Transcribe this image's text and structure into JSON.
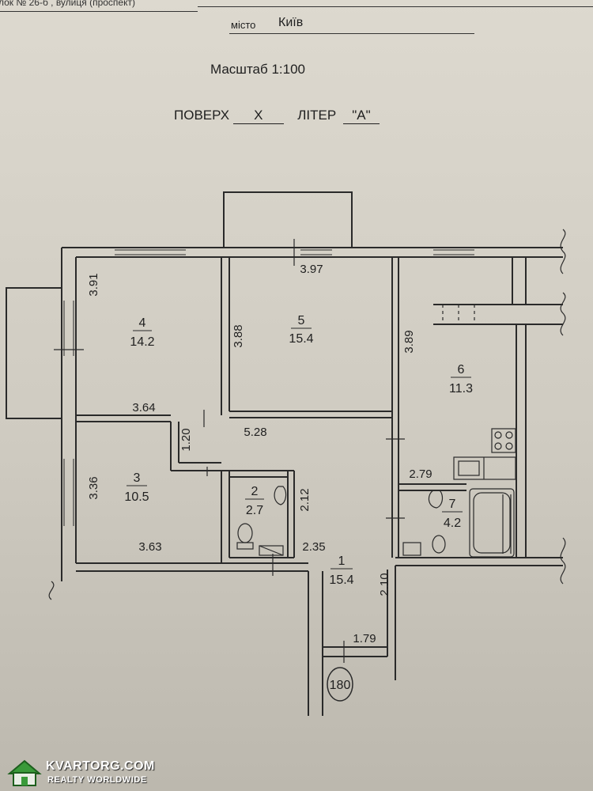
{
  "header": {
    "fragment": "лок № 26-б , вулиця (проспект)",
    "city_label": "місто",
    "city_value": "Київ"
  },
  "plan_title": {
    "scale": "Масштаб 1:100",
    "floor_label": "ПОВЕРХ",
    "floor_value": "X",
    "letter_label": "ЛІТЕР",
    "letter_value": "\"А\""
  },
  "rooms": [
    {
      "number": "1",
      "area": "15.4"
    },
    {
      "number": "2",
      "area": "2.7"
    },
    {
      "number": "3",
      "area": "10.5"
    },
    {
      "number": "4",
      "area": "14.2"
    },
    {
      "number": "5",
      "area": "15.4"
    },
    {
      "number": "6",
      "area": "11.3"
    },
    {
      "number": "7",
      "area": "4.2"
    }
  ],
  "dimensions": {
    "room4_height": "3.91",
    "room5_width": "3.97",
    "room5_height": "3.88",
    "room6_height": "3.89",
    "room4_width": "3.64",
    "corridor_width": "5.28",
    "corridor_height": "1.20",
    "room3_height": "3.36",
    "room3_width": "3.63",
    "bath2_height": "2.12",
    "bath2_width": "2.35",
    "kitchen_width": "2.79",
    "hall_height": "2.10",
    "hall_width": "1.79"
  },
  "marker": "180",
  "watermark": {
    "title": "KVARTORG.COM",
    "subtitle": "REALTY WORLDWIDE"
  }
}
